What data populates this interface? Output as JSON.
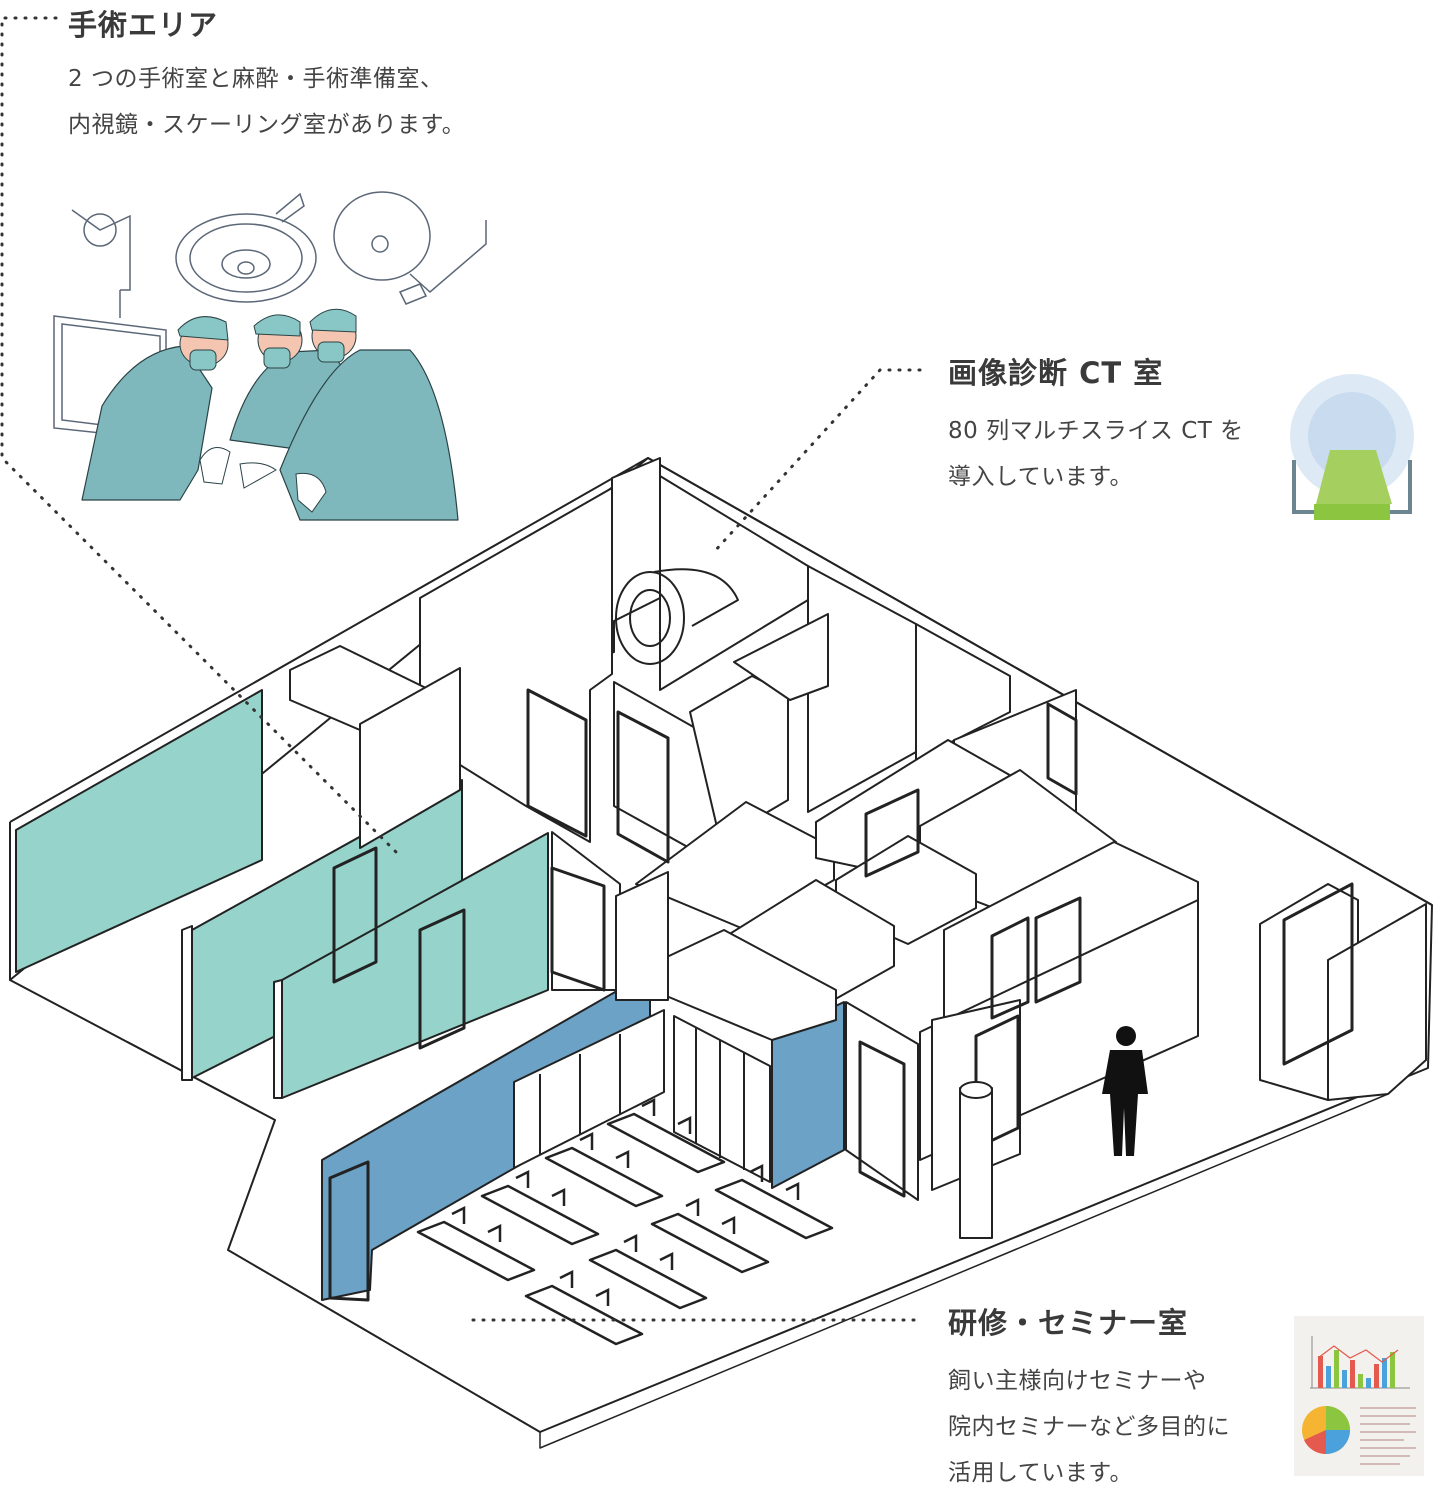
{
  "callouts": {
    "surgery": {
      "title": "手術エリア",
      "lines": [
        "2 つの手術室と麻酔・手術準備室、",
        "内視鏡・スケーリング室があります。"
      ]
    },
    "ct": {
      "title": "画像診断 CT 室",
      "lines": [
        "80 列マルチスライス CT を",
        "導入しています。"
      ]
    },
    "seminar": {
      "title": "研修・セミナー室",
      "lines": [
        "飼い主様向けセミナーや",
        "院内セミナーなど多目的に",
        "活用しています。"
      ]
    }
  },
  "icons": {
    "surgery": "surgery-team-icon",
    "ct": "ct-scanner-icon",
    "seminar": "report-chart-icon"
  },
  "colors": {
    "surgery_wall": "#96d3cb",
    "seminar_wall": "#6ba2c5",
    "scrubs": "#7fb8bc",
    "ct_green": "#a5d05f",
    "ct_blue": "#c9dcef",
    "line": "#222222"
  }
}
